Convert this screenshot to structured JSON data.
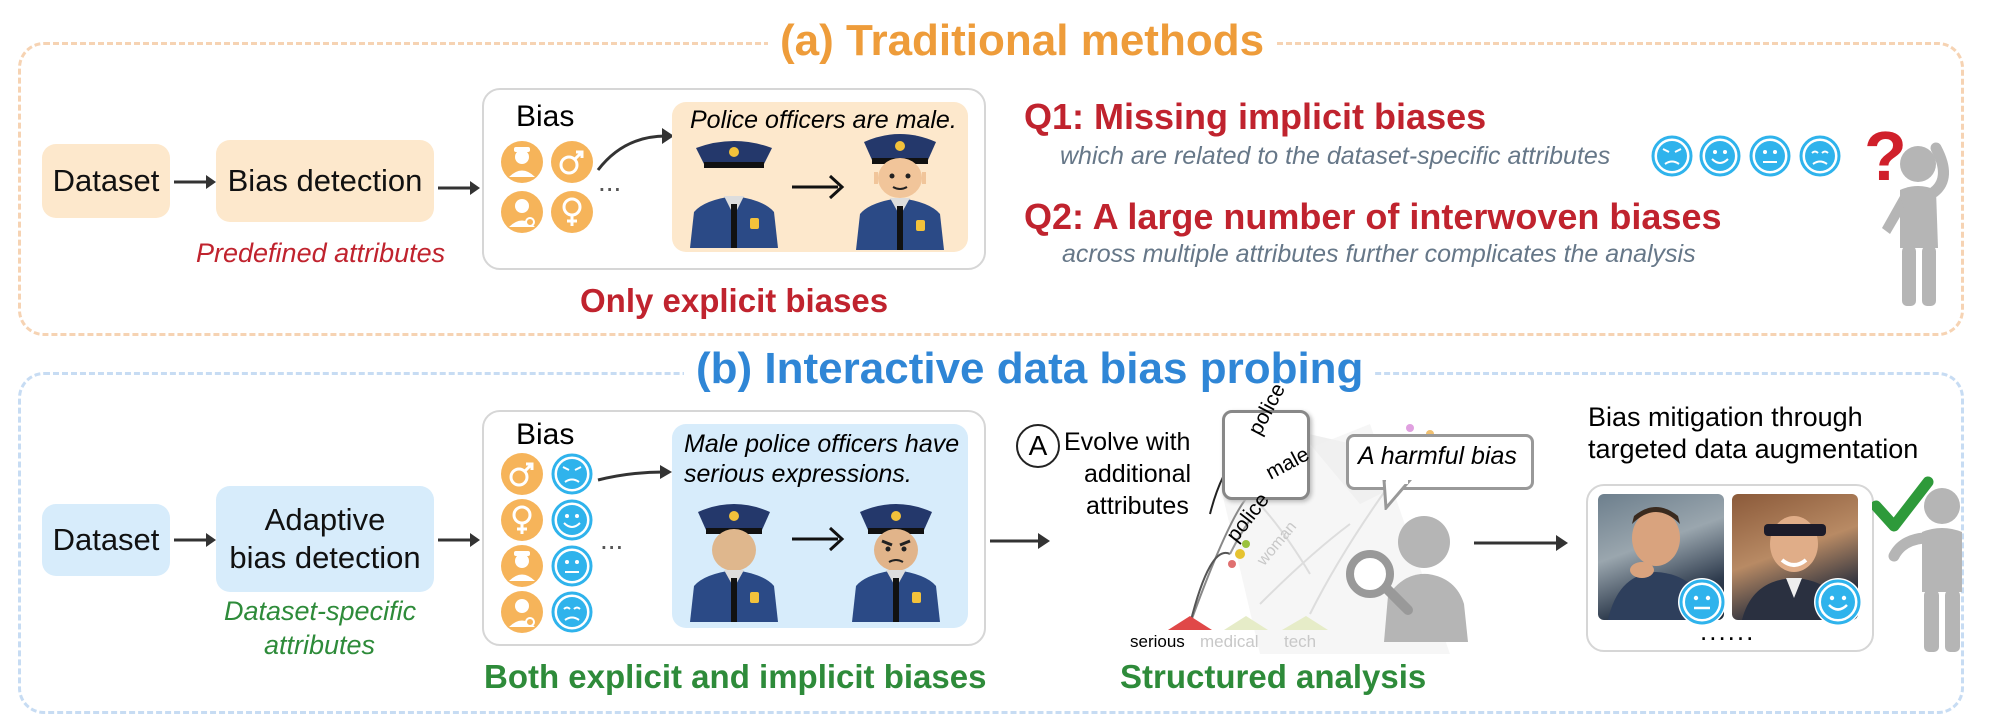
{
  "panel_a": {
    "title": "(a) Traditional methods",
    "dataset": "Dataset",
    "bias_detection": "Bias detection",
    "predefined": "Predefined attributes",
    "bias_label": "Bias",
    "ellipsis": "...",
    "statement": "Police officers are male.",
    "caption": "Only explicit biases",
    "q1": "Q1: Missing implicit biases",
    "q1_sub": "which are related to the dataset-specific attributes",
    "q2": "Q2: A large number of interwoven biases",
    "q2_sub": "across multiple attributes further complicates the analysis"
  },
  "panel_b": {
    "title": "(b) Interactive data bias probing",
    "dataset": "Dataset",
    "adaptive_line1": "Adaptive",
    "adaptive_line2": "bias detection",
    "dataset_specific_line1": "Dataset-specific",
    "dataset_specific_line2": "attributes",
    "bias_label": "Bias",
    "ellipsis": "...",
    "statement_line1": "Male police officers have",
    "statement_line2": "serious expressions.",
    "caption": "Both explicit and implicit biases",
    "marker": "A",
    "evolve_line1": "Evolve with",
    "evolve_line2": "additional",
    "evolve_line3": "attributes",
    "tree_labels": {
      "police_top": "police",
      "male": "male",
      "police_mid": "police",
      "woman": "woman",
      "serious": "serious",
      "medical": "medical",
      "tech": "tech"
    },
    "harmful": "A harmful bias",
    "structured": "Structured analysis",
    "mitigation_line1": "Bias mitigation through",
    "mitigation_line2": "targeted data augmentation",
    "dots": "......"
  },
  "colors": {
    "orange_accent": "#ee9c3a",
    "blue_accent": "#2f86d6",
    "red_text": "#c0232e",
    "green_text": "#2e8b3a",
    "face_blue": "#2fb3ec",
    "icon_orange": "#f6b45a"
  }
}
